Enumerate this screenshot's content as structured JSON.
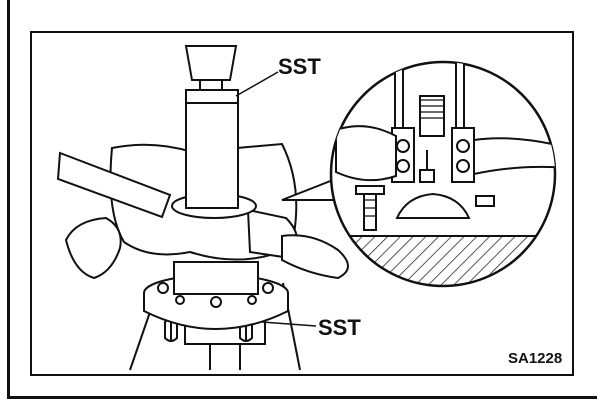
{
  "figure": {
    "labels": {
      "sst_upper": "SST",
      "sst_lower": "SST"
    },
    "figure_id": "SA1228"
  }
}
